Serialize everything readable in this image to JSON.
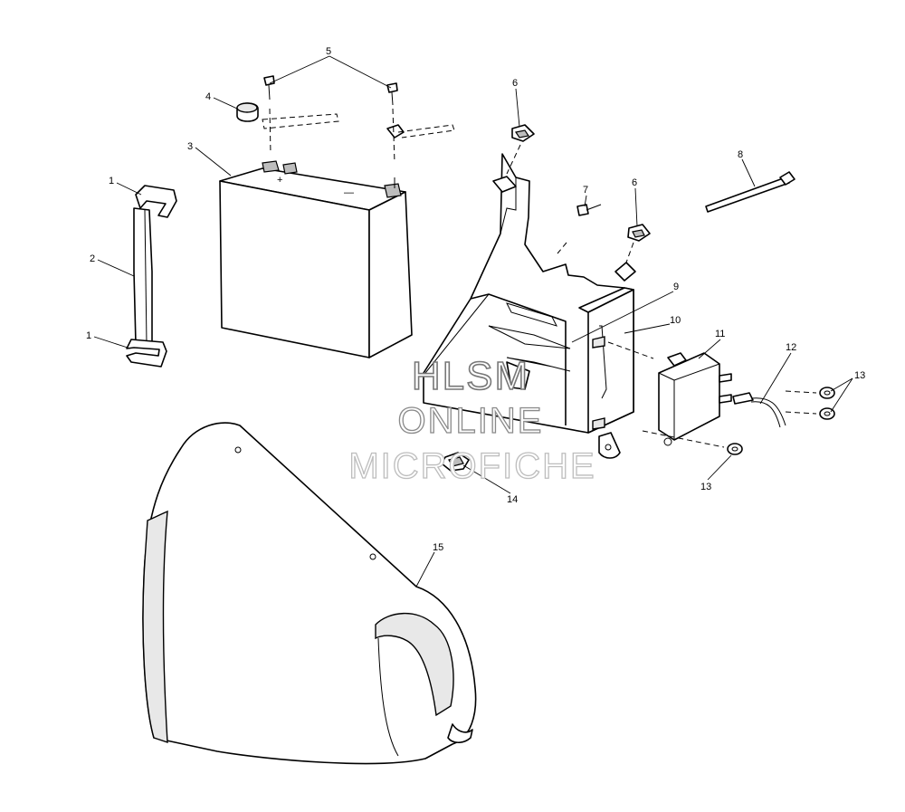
{
  "callouts": {
    "c1a": "1",
    "c1b": "1",
    "c2": "2",
    "c3": "3",
    "c4": "4",
    "c5": "5",
    "c6a": "6",
    "c6b": "6",
    "c7": "7",
    "c8": "8",
    "c9": "9",
    "c10": "10",
    "c11": "11",
    "c12": "12",
    "c13a": "13",
    "c13b": "13",
    "c14": "14",
    "c15": "15"
  },
  "battery": {
    "plus": "+",
    "minus": "—"
  },
  "watermark": {
    "line1": "HLSM",
    "line2": "ONLINE",
    "line3": "MICROFICHE"
  }
}
